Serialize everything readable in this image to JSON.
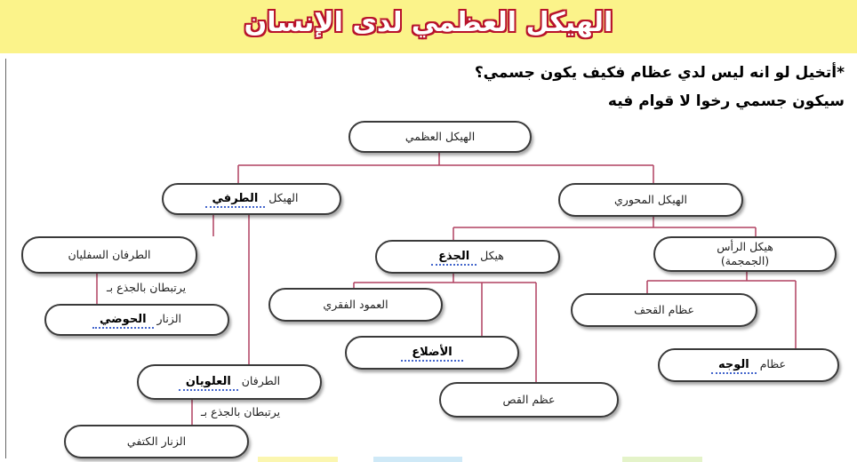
{
  "title": "الهيكل العظمي لدى الإنسان",
  "question": "*أتخيل لو انه ليس لدي عظام فكيف يكون جسمي؟",
  "answer": "سيكون جسمي رخوا لا قوام فيه",
  "nodes": {
    "root": "الهيكل العظمي",
    "axial": "الهيكل المحوري",
    "appendicular": {
      "text": "الهيكل",
      "bold": "الطرفي"
    },
    "skull": {
      "line1": "هيكل الرأس",
      "line2": "(الجمجمة)"
    },
    "trunk": {
      "text": "هيكل",
      "bold": "الجذع"
    },
    "lower_limbs": "الطرفان السفليان",
    "upper_limbs": {
      "text": "الطرفان",
      "bold": "العلويان"
    },
    "pelvic_girdle": {
      "text": "الزنار",
      "bold": "الحوضي"
    },
    "shoulder_girdle": "الزنار الكتفي",
    "cranium": "عظام القحف",
    "face": {
      "text": "عظام",
      "bold": "الوجه"
    },
    "spine": "العمود الفقري",
    "ribs": {
      "bold": "الأضلاع"
    },
    "sternum": "عظم القص"
  },
  "connectors": {
    "lower": "يرتبطان بالجذع بـ",
    "upper": "يرتبطان بالجذع بـ"
  }
}
